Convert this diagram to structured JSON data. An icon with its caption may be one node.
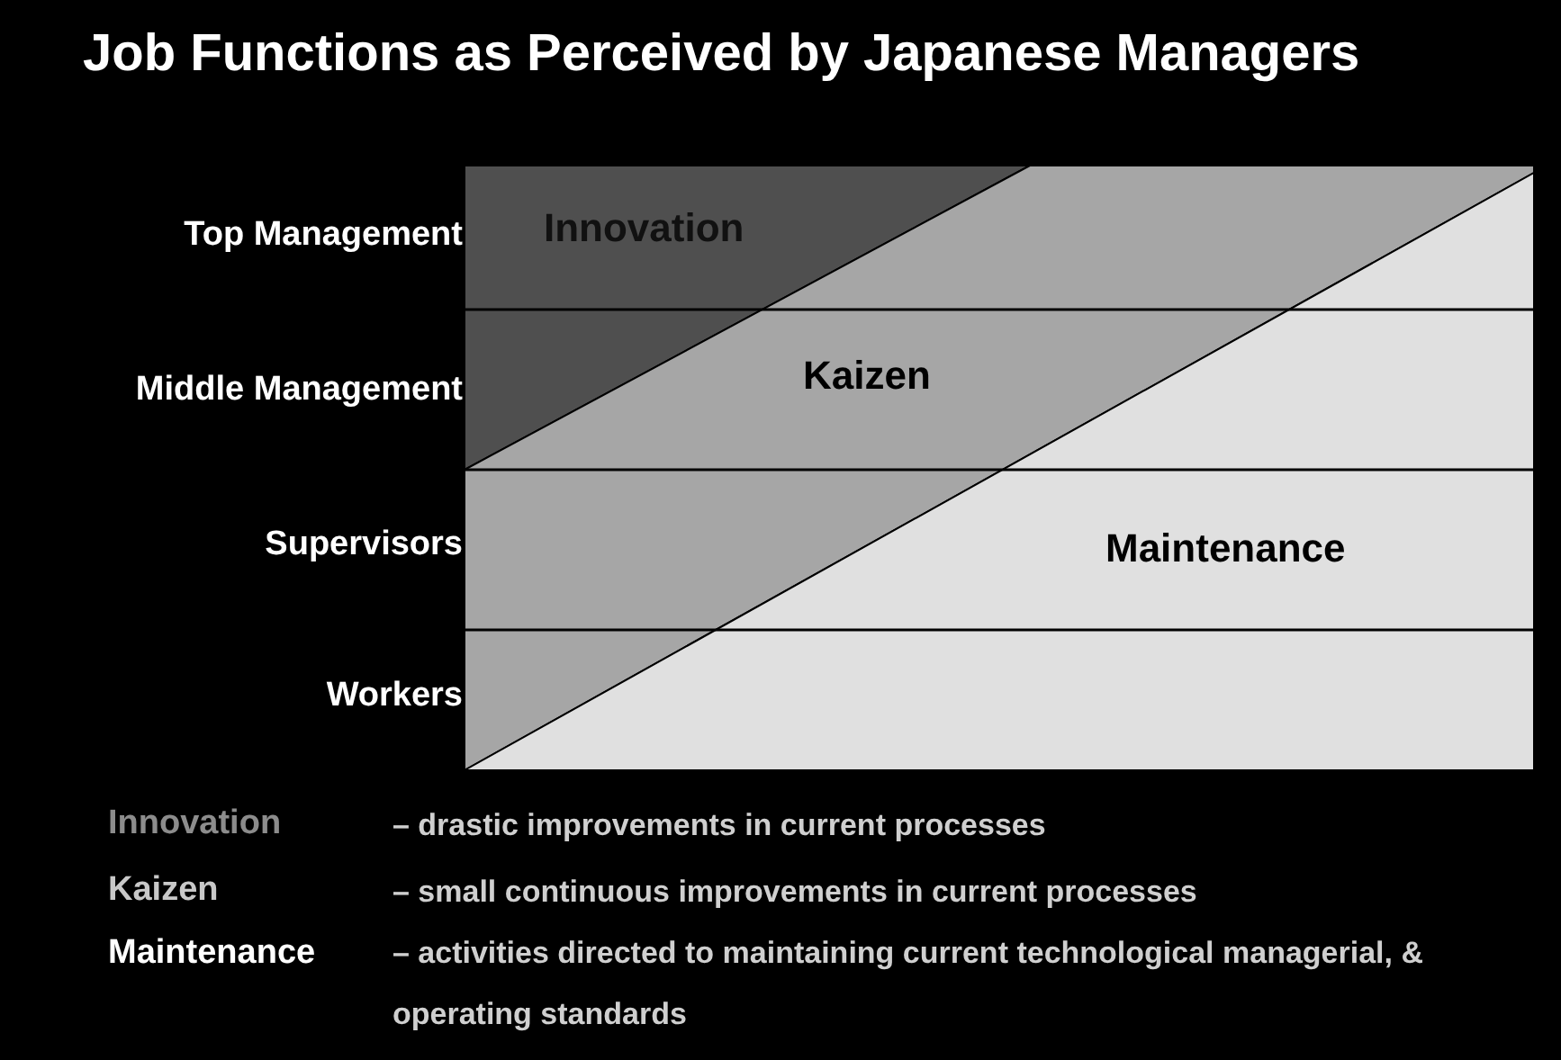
{
  "diagram": {
    "title": "Job Functions as Perceived by Japanese Managers",
    "nodes": [
      {
        "text": [
          "Innovation"
        ]
      },
      {
        "text": [
          "Kaizen"
        ]
      },
      {
        "text": [
          "Maintenance"
        ]
      }
    ],
    "labels": [
      "Top Management",
      "Middle Management",
      "Supervisors",
      "Workers",
      "Innovation",
      "– drastic improvements in current processes",
      "Kaizen",
      "– small continuous improvements in current processes",
      "Maintenance",
      "– activities directed to maintaining current technological managerial, & operating standards"
    ]
  }
}
